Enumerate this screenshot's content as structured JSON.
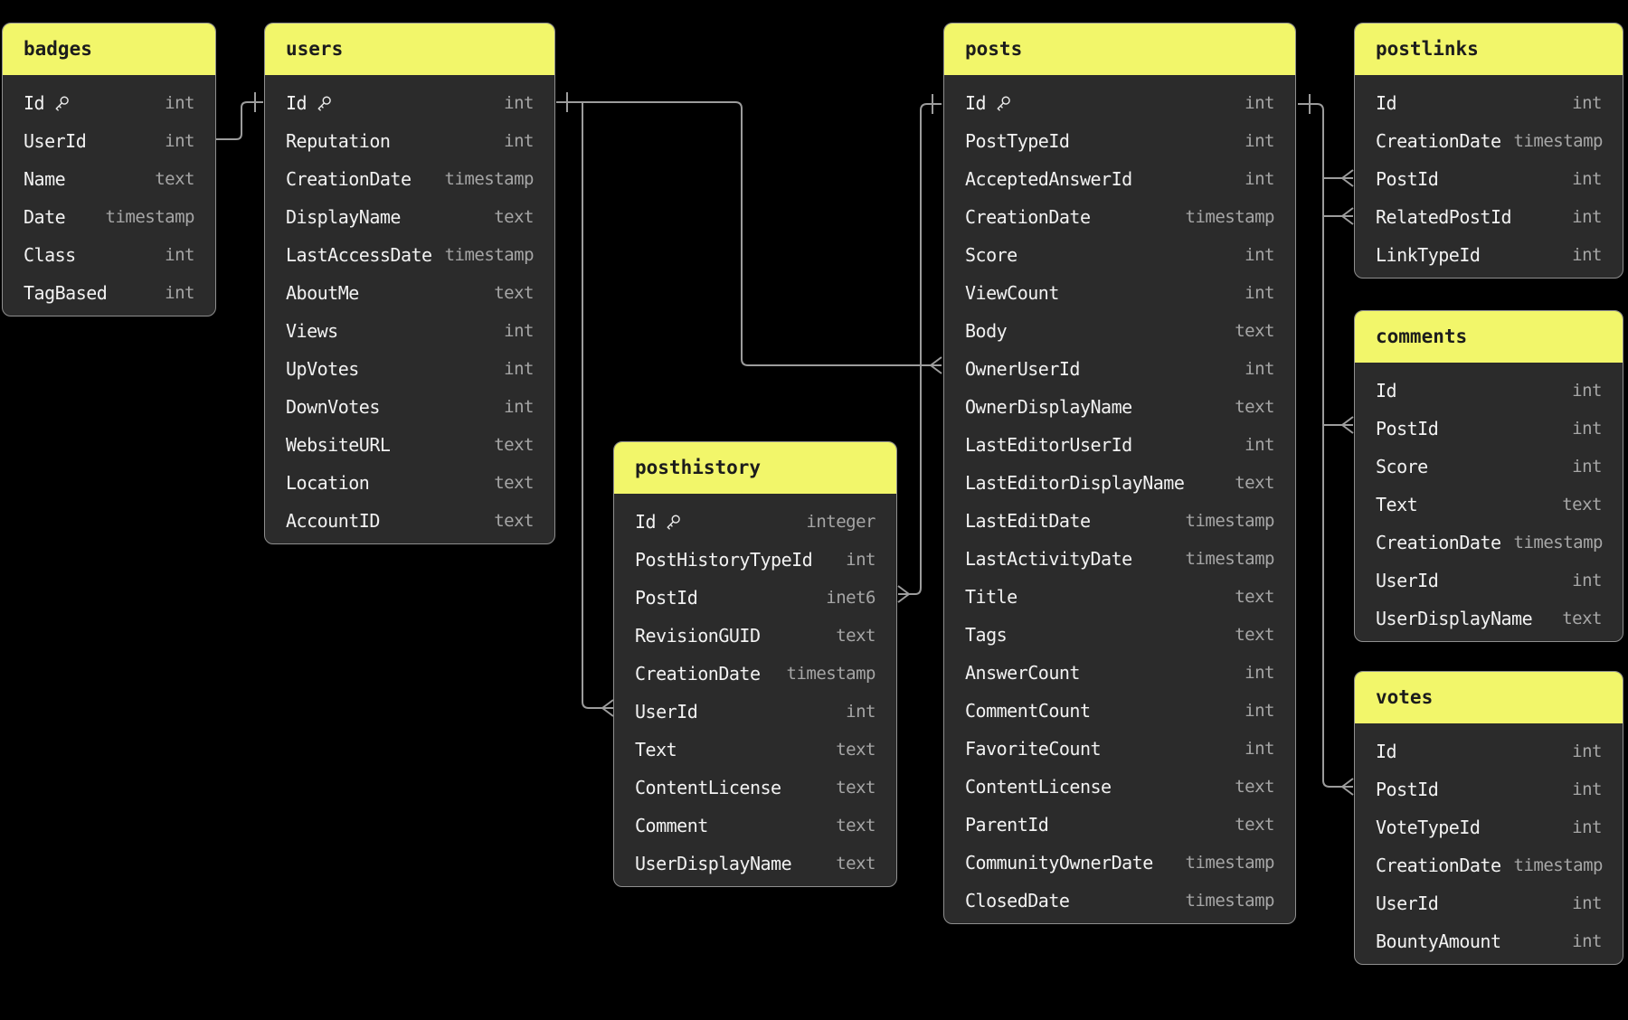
{
  "app": {
    "background_color": "#000000",
    "table_header_color": "#f2f66a",
    "table_body_color": "#2b2b2b",
    "table_border_color": "#8f8f8f",
    "field_text_color": "#f2f2f2",
    "type_text_color": "#a6a6a6",
    "wire_color": "#9c9c9c"
  },
  "tables": {
    "badges": {
      "title": "badges",
      "fields": [
        {
          "name": "Id",
          "type": "int",
          "key": true
        },
        {
          "name": "UserId",
          "type": "int"
        },
        {
          "name": "Name",
          "type": "text"
        },
        {
          "name": "Date",
          "type": "timestamp"
        },
        {
          "name": "Class",
          "type": "int"
        },
        {
          "name": "TagBased",
          "type": "int"
        }
      ]
    },
    "users": {
      "title": "users",
      "fields": [
        {
          "name": "Id",
          "type": "int",
          "key": true
        },
        {
          "name": "Reputation",
          "type": "int"
        },
        {
          "name": "CreationDate",
          "type": "timestamp"
        },
        {
          "name": "DisplayName",
          "type": "text"
        },
        {
          "name": "LastAccessDate",
          "type": "timestamp"
        },
        {
          "name": "AboutMe",
          "type": "text"
        },
        {
          "name": "Views",
          "type": "int"
        },
        {
          "name": "UpVotes",
          "type": "int"
        },
        {
          "name": "DownVotes",
          "type": "int"
        },
        {
          "name": "WebsiteURL",
          "type": "text"
        },
        {
          "name": "Location",
          "type": "text"
        },
        {
          "name": "AccountID",
          "type": "text"
        }
      ]
    },
    "posthistory": {
      "title": "posthistory",
      "fields": [
        {
          "name": "Id",
          "type": "integer",
          "key": true
        },
        {
          "name": "PostHistoryTypeId",
          "type": "int"
        },
        {
          "name": "PostId",
          "type": "inet6"
        },
        {
          "name": "RevisionGUID",
          "type": "text"
        },
        {
          "name": "CreationDate",
          "type": "timestamp"
        },
        {
          "name": "UserId",
          "type": "int"
        },
        {
          "name": "Text",
          "type": "text"
        },
        {
          "name": "ContentLicense",
          "type": "text"
        },
        {
          "name": "Comment",
          "type": "text"
        },
        {
          "name": "UserDisplayName",
          "type": "text"
        }
      ]
    },
    "posts": {
      "title": "posts",
      "fields": [
        {
          "name": "Id",
          "type": "int",
          "key": true
        },
        {
          "name": "PostTypeId",
          "type": "int"
        },
        {
          "name": "AcceptedAnswerId",
          "type": "int"
        },
        {
          "name": "CreationDate",
          "type": "timestamp"
        },
        {
          "name": "Score",
          "type": "int"
        },
        {
          "name": "ViewCount",
          "type": "int"
        },
        {
          "name": "Body",
          "type": "text"
        },
        {
          "name": "OwnerUserId",
          "type": "int"
        },
        {
          "name": "OwnerDisplayName",
          "type": "text"
        },
        {
          "name": "LastEditorUserId",
          "type": "int"
        },
        {
          "name": "LastEditorDisplayName",
          "type": "text"
        },
        {
          "name": "LastEditDate",
          "type": "timestamp"
        },
        {
          "name": "LastActivityDate",
          "type": "timestamp"
        },
        {
          "name": "Title",
          "type": "text"
        },
        {
          "name": "Tags",
          "type": "text"
        },
        {
          "name": "AnswerCount",
          "type": "int"
        },
        {
          "name": "CommentCount",
          "type": "int"
        },
        {
          "name": "FavoriteCount",
          "type": "int"
        },
        {
          "name": "ContentLicense",
          "type": "text"
        },
        {
          "name": "ParentId",
          "type": "text"
        },
        {
          "name": "CommunityOwnerDate",
          "type": "timestamp"
        },
        {
          "name": "ClosedDate",
          "type": "timestamp"
        }
      ]
    },
    "postlinks": {
      "title": "postlinks",
      "fields": [
        {
          "name": "Id",
          "type": "int"
        },
        {
          "name": "CreationDate",
          "type": "timestamp"
        },
        {
          "name": "PostId",
          "type": "int"
        },
        {
          "name": "RelatedPostId",
          "type": "int"
        },
        {
          "name": "LinkTypeId",
          "type": "int"
        }
      ]
    },
    "comments": {
      "title": "comments",
      "fields": [
        {
          "name": "Id",
          "type": "int"
        },
        {
          "name": "PostId",
          "type": "int"
        },
        {
          "name": "Score",
          "type": "int"
        },
        {
          "name": "Text",
          "type": "text"
        },
        {
          "name": "CreationDate",
          "type": "timestamp"
        },
        {
          "name": "UserId",
          "type": "int"
        },
        {
          "name": "UserDisplayName",
          "type": "text"
        }
      ]
    },
    "votes": {
      "title": "votes",
      "fields": [
        {
          "name": "Id",
          "type": "int"
        },
        {
          "name": "PostId",
          "type": "int"
        },
        {
          "name": "VoteTypeId",
          "type": "int"
        },
        {
          "name": "CreationDate",
          "type": "timestamp"
        },
        {
          "name": "UserId",
          "type": "int"
        },
        {
          "name": "BountyAmount",
          "type": "int"
        }
      ]
    }
  },
  "relationships": [
    {
      "from": "badges.UserId",
      "to": "users.Id",
      "from_marker": "none",
      "to_marker": "one"
    },
    {
      "from": "posts.OwnerUserId",
      "to": "users.Id",
      "from_marker": "many",
      "to_marker": "one"
    },
    {
      "from": "posthistory.UserId",
      "to": "users.Id",
      "from_marker": "many",
      "to_marker": "one"
    },
    {
      "from": "posthistory.PostId",
      "to": "posts.Id",
      "from_marker": "many",
      "to_marker": "one"
    },
    {
      "from": "postlinks.PostId",
      "to": "posts.Id",
      "from_marker": "many",
      "to_marker": "one"
    },
    {
      "from": "postlinks.RelatedPostId",
      "to": "posts.Id",
      "from_marker": "many",
      "to_marker": "one"
    },
    {
      "from": "comments.PostId",
      "to": "posts.Id",
      "from_marker": "many",
      "to_marker": "one"
    },
    {
      "from": "votes.PostId",
      "to": "posts.Id",
      "from_marker": "many",
      "to_marker": "one"
    }
  ]
}
